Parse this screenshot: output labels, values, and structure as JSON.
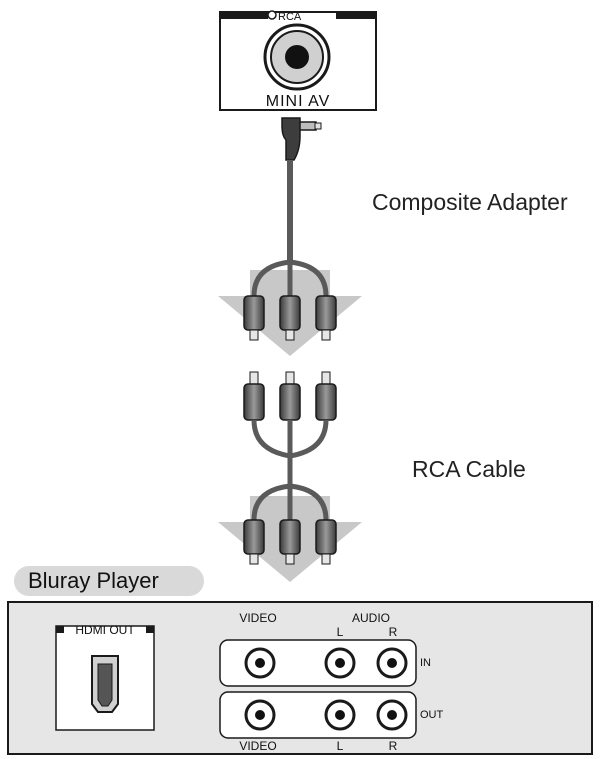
{
  "jack": {
    "top_label": "RCA",
    "bottom_label": "MINI AV"
  },
  "adapter_label": "Composite Adapter",
  "cable_label": "RCA Cable",
  "player": {
    "title": "Bluray Player",
    "hdmi_label": "HDMI OUT",
    "top_video_label": "VIDEO",
    "audio_label": "AUDIO",
    "top_l_label": "L",
    "top_r_label": "R",
    "in_label": "IN",
    "out_label": "OUT",
    "bottom_video_label": "VIDEO",
    "bottom_l_label": "L",
    "bottom_r_label": "R"
  },
  "colors": {
    "arrow": "#c8c8c8",
    "cable": "#5a5a5a",
    "panel": "#e6e6e6",
    "outline": "#1a1a1a"
  }
}
